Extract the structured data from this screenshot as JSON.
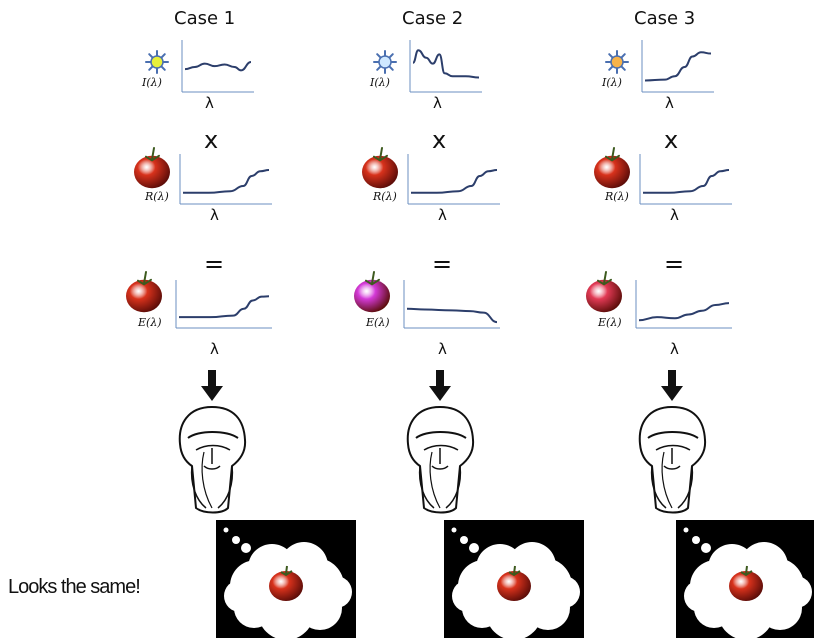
{
  "cases": [
    {
      "title": "Case 1",
      "illum_label": "I(λ)",
      "refl_label": "R(λ)",
      "emit_label": "E(λ)",
      "x_label": "λ",
      "times": "x",
      "equals": "=",
      "sun_color": "#e8f03a",
      "tomato_color": "#d8321c",
      "perceived_color": "#d8321c",
      "illum_curve": [
        [
          0,
          0.45
        ],
        [
          0.15,
          0.5
        ],
        [
          0.3,
          0.58
        ],
        [
          0.45,
          0.52
        ],
        [
          0.6,
          0.56
        ],
        [
          0.75,
          0.5
        ],
        [
          0.85,
          0.42
        ],
        [
          1,
          0.62
        ]
      ],
      "refl_curve": [
        [
          0,
          0.18
        ],
        [
          0.3,
          0.18
        ],
        [
          0.55,
          0.22
        ],
        [
          0.7,
          0.35
        ],
        [
          0.8,
          0.6
        ],
        [
          0.9,
          0.72
        ],
        [
          1,
          0.75
        ]
      ],
      "emit_curve": [
        [
          0,
          0.18
        ],
        [
          0.35,
          0.18
        ],
        [
          0.6,
          0.22
        ],
        [
          0.72,
          0.4
        ],
        [
          0.82,
          0.62
        ],
        [
          0.92,
          0.72
        ],
        [
          1,
          0.73
        ]
      ]
    },
    {
      "title": "Case 2",
      "illum_label": "I(λ)",
      "refl_label": "R(λ)",
      "emit_label": "E(λ)",
      "x_label": "λ",
      "times": "x",
      "equals": "=",
      "sun_color": "#cfe8ff",
      "tomato_color": "#d8321c",
      "perceived_color": "#d8321c",
      "illum_curve": [
        [
          0,
          0.6
        ],
        [
          0.08,
          0.9
        ],
        [
          0.2,
          0.72
        ],
        [
          0.3,
          0.58
        ],
        [
          0.4,
          0.8
        ],
        [
          0.48,
          0.35
        ],
        [
          0.6,
          0.28
        ],
        [
          0.8,
          0.28
        ],
        [
          1,
          0.25
        ]
      ],
      "refl_curve": [
        [
          0,
          0.18
        ],
        [
          0.3,
          0.18
        ],
        [
          0.55,
          0.22
        ],
        [
          0.7,
          0.35
        ],
        [
          0.8,
          0.6
        ],
        [
          0.9,
          0.72
        ],
        [
          1,
          0.75
        ]
      ],
      "emit_curve": [
        [
          0,
          0.4
        ],
        [
          0.2,
          0.38
        ],
        [
          0.5,
          0.36
        ],
        [
          0.7,
          0.34
        ],
        [
          0.85,
          0.3
        ],
        [
          1,
          0.05
        ]
      ]
    },
    {
      "title": "Case 3",
      "illum_label": "I(λ)",
      "refl_label": "R(λ)",
      "emit_label": "E(λ)",
      "x_label": "λ",
      "times": "x",
      "equals": "=",
      "sun_color": "#f7b34a",
      "tomato_color": "#d8321c",
      "perceived_color": "#d8321c",
      "illum_curve": [
        [
          0,
          0.18
        ],
        [
          0.3,
          0.2
        ],
        [
          0.45,
          0.28
        ],
        [
          0.6,
          0.5
        ],
        [
          0.72,
          0.75
        ],
        [
          0.85,
          0.85
        ],
        [
          1,
          0.82
        ]
      ],
      "refl_curve": [
        [
          0,
          0.18
        ],
        [
          0.3,
          0.18
        ],
        [
          0.55,
          0.22
        ],
        [
          0.7,
          0.35
        ],
        [
          0.8,
          0.6
        ],
        [
          0.9,
          0.72
        ],
        [
          1,
          0.75
        ]
      ],
      "emit_curve": [
        [
          0,
          0.1
        ],
        [
          0.2,
          0.18
        ],
        [
          0.4,
          0.15
        ],
        [
          0.55,
          0.25
        ],
        [
          0.7,
          0.35
        ],
        [
          0.85,
          0.5
        ],
        [
          1,
          0.55
        ]
      ]
    }
  ],
  "emit_tomato_colors": [
    "#d8321c",
    "#d43ad8",
    "#e23a55"
  ],
  "tagline": "Looks the same!"
}
